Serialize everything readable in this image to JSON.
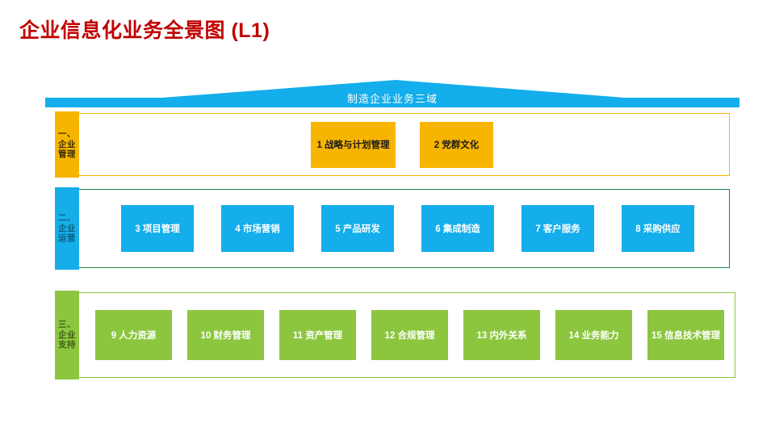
{
  "page": {
    "title": "企业信息化业务全景图 (L1)",
    "background_color": "#FFFFFF",
    "title_color": "#C00000"
  },
  "roof": {
    "label": "制造企业业务三域",
    "color": "#13AEEB",
    "text_color": "#FFFFFF"
  },
  "rows": [
    {
      "id": "management",
      "tag": "一、\n企业\n管理",
      "tag_line1": "一、",
      "tag_line2": "企业",
      "tag_line3": "管理",
      "fill_color": "#F7B500",
      "border_color": "#F7B500",
      "text_color": "#1A1A1A",
      "items": [
        {
          "num": "1",
          "label": "1 战略与计划管理"
        },
        {
          "num": "2",
          "label": "2 党群文化"
        }
      ]
    },
    {
      "id": "operation",
      "tag_line1": "二、",
      "tag_line2": "企业",
      "tag_line3": "运营",
      "fill_color": "#13AEEB",
      "border_color": "#1E8449",
      "text_color": "#FFFFFF",
      "items": [
        {
          "num": "3",
          "label": "3 项目管理"
        },
        {
          "num": "4",
          "label": "4 市场营销"
        },
        {
          "num": "5",
          "label": "5 产品研发"
        },
        {
          "num": "6",
          "label": "6 集成制造"
        },
        {
          "num": "7",
          "label": "7 客户服务"
        },
        {
          "num": "8",
          "label": "8 采购供应"
        }
      ]
    },
    {
      "id": "support",
      "tag_line1": "三、",
      "tag_line2": "企业",
      "tag_line3": "支持",
      "fill_color": "#8CC63F",
      "border_color": "#8CC63F",
      "text_color": "#FFFFFF",
      "items": [
        {
          "num": "9",
          "label": "9 人力资源"
        },
        {
          "num": "10",
          "label": "10 财务管理"
        },
        {
          "num": "11",
          "label": "11 资产管理"
        },
        {
          "num": "12",
          "label": "12 合规管理"
        },
        {
          "num": "13",
          "label": "13 内外关系"
        },
        {
          "num": "14",
          "label": "14 业务能力"
        },
        {
          "num": "15",
          "label": "15 信息技术管理"
        }
      ]
    }
  ]
}
